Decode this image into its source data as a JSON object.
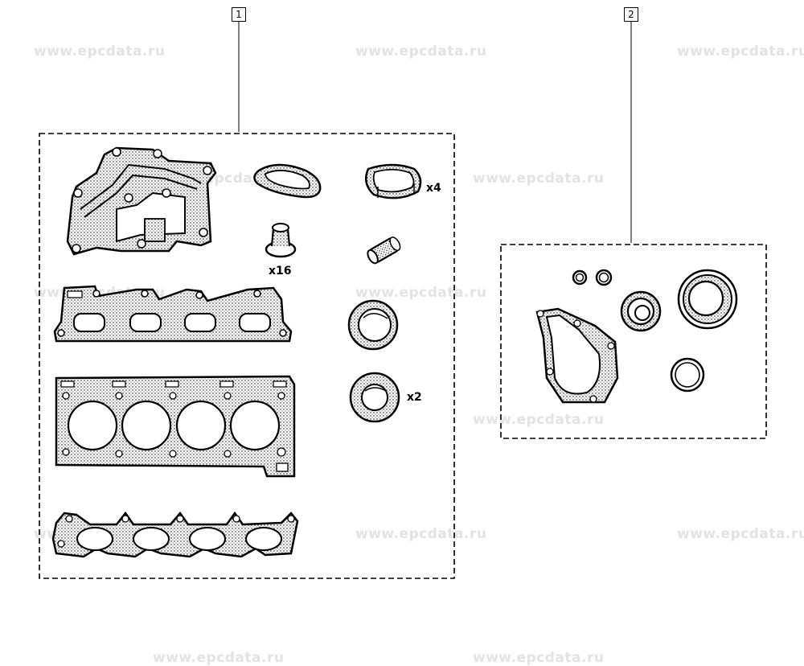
{
  "watermark": {
    "text": "www.epcdata.ru"
  },
  "callouts": [
    {
      "label": "1"
    },
    {
      "label": "2"
    }
  ],
  "quantities": {
    "bolt_seal": "x16",
    "intake_seal": "x4",
    "oil_seal": "x2"
  },
  "colors": {
    "line": "#000000",
    "watermark": "#e3e3e3"
  },
  "icons": [
    "valve-cover-gasket-icon",
    "intake-manifold-gasket-icon",
    "exhaust-manifold-gasket-icon",
    "cylinder-head-gasket-icon",
    "oil-seal-icon",
    "water-pump-gasket-icon"
  ]
}
